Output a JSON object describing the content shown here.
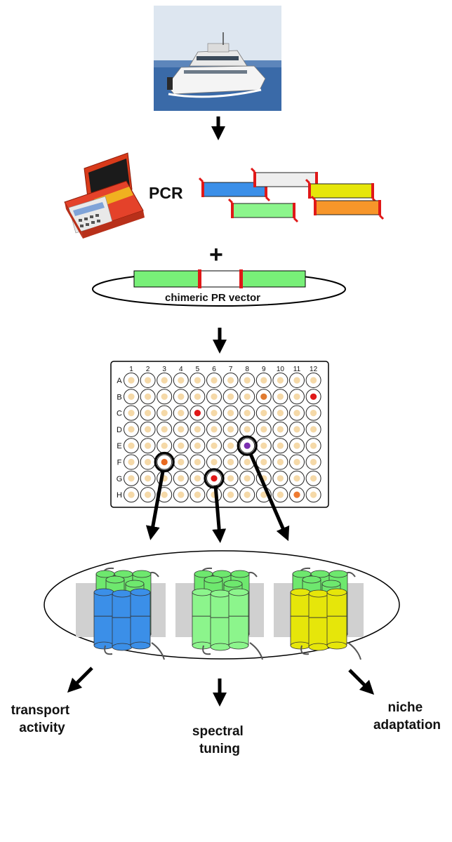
{
  "labels": {
    "pcr": "PCR",
    "plus": "+",
    "vector": "chimeric PR vector",
    "outcomes": {
      "transport": [
        "transport",
        "activity"
      ],
      "spectral": [
        "spectral",
        "tuning"
      ],
      "niche": [
        "niche",
        "adaptation"
      ]
    }
  },
  "plate": {
    "columns": [
      "1",
      "2",
      "3",
      "4",
      "5",
      "6",
      "7",
      "8",
      "9",
      "10",
      "11",
      "12"
    ],
    "rows": [
      "A",
      "B",
      "C",
      "D",
      "E",
      "F",
      "G",
      "H"
    ],
    "default_well_color": "#f5d9a8",
    "colored_wells": [
      {
        "row": "B",
        "col": 9,
        "color": "#e07a30"
      },
      {
        "row": "B",
        "col": 12,
        "color": "#e01818"
      },
      {
        "row": "C",
        "col": 5,
        "color": "#e01818"
      },
      {
        "row": "E",
        "col": 8,
        "color": "#7a2fb0"
      },
      {
        "row": "F",
        "col": 3,
        "color": "#e86a20"
      },
      {
        "row": "G",
        "col": 6,
        "color": "#e01818"
      },
      {
        "row": "H",
        "col": 11,
        "color": "#ee7a30"
      }
    ],
    "highlighted_wells": [
      {
        "row": "F",
        "col": 3
      },
      {
        "row": "G",
        "col": 6
      },
      {
        "row": "E",
        "col": 8
      }
    ]
  },
  "pcr_fragments": [
    {
      "color": "#3b8fe8"
    },
    {
      "color": "#eeeeee"
    },
    {
      "color": "#e6e60a"
    },
    {
      "color": "#8cf58c"
    },
    {
      "color": "#f7962a"
    }
  ],
  "colors": {
    "vector_green": "#78f078",
    "insert_red": "#e01818",
    "helix_green": "#6ee86e",
    "helix_blue": "#3b8fe8",
    "helix_yellow": "#e6e60a",
    "membrane_gray": "#d0d0d0",
    "sea": "#3a6aa8",
    "sky": "#dfe8f2"
  },
  "icons": [
    "boat-photo",
    "thermocycler-icon",
    "down-arrow-icon"
  ]
}
